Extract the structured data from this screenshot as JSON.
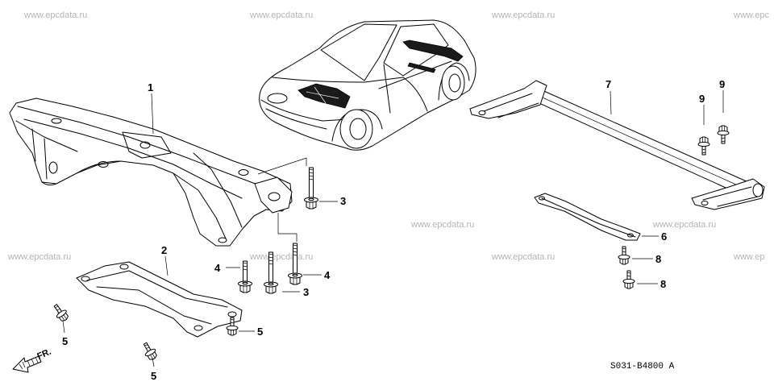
{
  "watermark": {
    "full": "www.epcdata.ru",
    "cut_top": "www.epc",
    "cut_mid": "www.ep"
  },
  "callouts": {
    "c1": "1",
    "c2": "2",
    "c3a": "3",
    "c3b": "3",
    "c4a": "4",
    "c4b": "4",
    "c5a": "5",
    "c5b": "5",
    "c5c": "5",
    "c6": "6",
    "c7": "7",
    "c8a": "8",
    "c8b": "8",
    "c9a": "9",
    "c9b": "9"
  },
  "part_code": "S031-B4800 A",
  "front_label": "FR."
}
